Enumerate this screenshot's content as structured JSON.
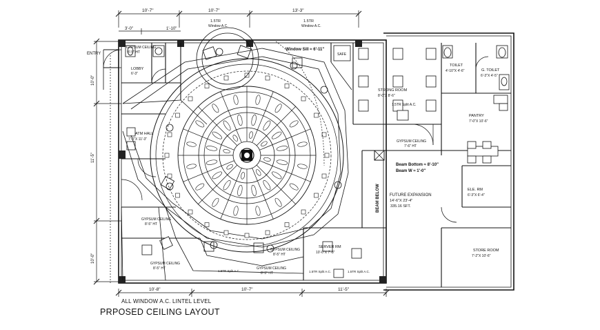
{
  "drawing": {
    "title": "PRPOSED CEILING LAYOUT",
    "note": "ALL WINDOW A.C. LINTEL LEVEL"
  },
  "dimensions": {
    "top_1": "10'-7\"",
    "top_2": "10'-7\"",
    "top_3": "13'-3\"",
    "sub_1": "3'-0\"",
    "sub_2": "1'-10\"",
    "left_1": "10'-0\"",
    "left_2": "11'-5\"",
    "left_3": "10'-0\"",
    "bottom_1": "10'-8\"",
    "bottom_2": "10'-7\"",
    "bottom_3": "11'-5\""
  },
  "labels": {
    "entry": "ENTRY",
    "ac_1": "1.5TR",
    "ac_1b": "Window A.C.",
    "ac_2": "1.5TR",
    "ac_2b": "Window A.C.",
    "gypsum_top": "GYPSUM CEILING",
    "gypsum_top_ht": "8'-5\" HT",
    "lobby": "LOBBY",
    "lobby_size": "6'-3\"",
    "window_sill": "Window Sill ≈ 6'-11\"",
    "safe": "SAFE",
    "toilet": "TOILET",
    "toilet_size": "4'-10\"X 4'-6\"",
    "g_toilet": "G. TOILET",
    "g_toilet_size": "6'-3\"X 4'-5\"",
    "strong_room": "STRONG ROOM",
    "strong_room_size": "8'-0\"X 8'-6\"",
    "split_ac": "1.5TR Split A.C.",
    "pantry": "PANTRY",
    "pantry_size": "7'-0\"X 10'-6\"",
    "gypsum_mid": "GYPSUM CEILING",
    "gypsum_mid_ht": "7'-6\" HT",
    "atm_hall": "ATM HALL",
    "atm_hall_size": "7'-0\"X 11'-3\"",
    "beam_bottom": "Beam Bottom ≈ 8'-10\"",
    "beam_width": "Beam W ≈ 1'-0\"",
    "beam_vertical": "BEAM BELOW",
    "future_expansion": "FUTURE EXPANSION",
    "future_size": "14'-6\"X 23'-4\"",
    "future_area": "335.16 SFT.",
    "elec_rm": "ELE. RM",
    "elec_rm_size": "6'-3\"X 6'-4\"",
    "gypsum_left": "GYPSUM CEILING",
    "gypsum_left_ht": "8'-5\" HT",
    "server_rm": "SERVER RM",
    "server_rm_size": "10'-0\"X 7'-8\"",
    "gypsum_bottom": "GYPSUM CEILING",
    "gypsum_bottom_ht": "8'-5\" HT",
    "gypsum_bottom2": "GYPSUM CEILING",
    "gypsum_bottom2_ht": "8'-5\" HT",
    "gypsum_center": "GYPSUM CEILING",
    "gypsum_center_ht": "8'-5\" HT",
    "store_room": "STORE ROOM",
    "store_room_size": "7'-2\"X 10'-6\"",
    "split_ac_2": "1.5TR Split A.C.",
    "split_ac_3": "1.5TR Split A.C.",
    "split_ac_4": "1.5TR Split A.C."
  }
}
